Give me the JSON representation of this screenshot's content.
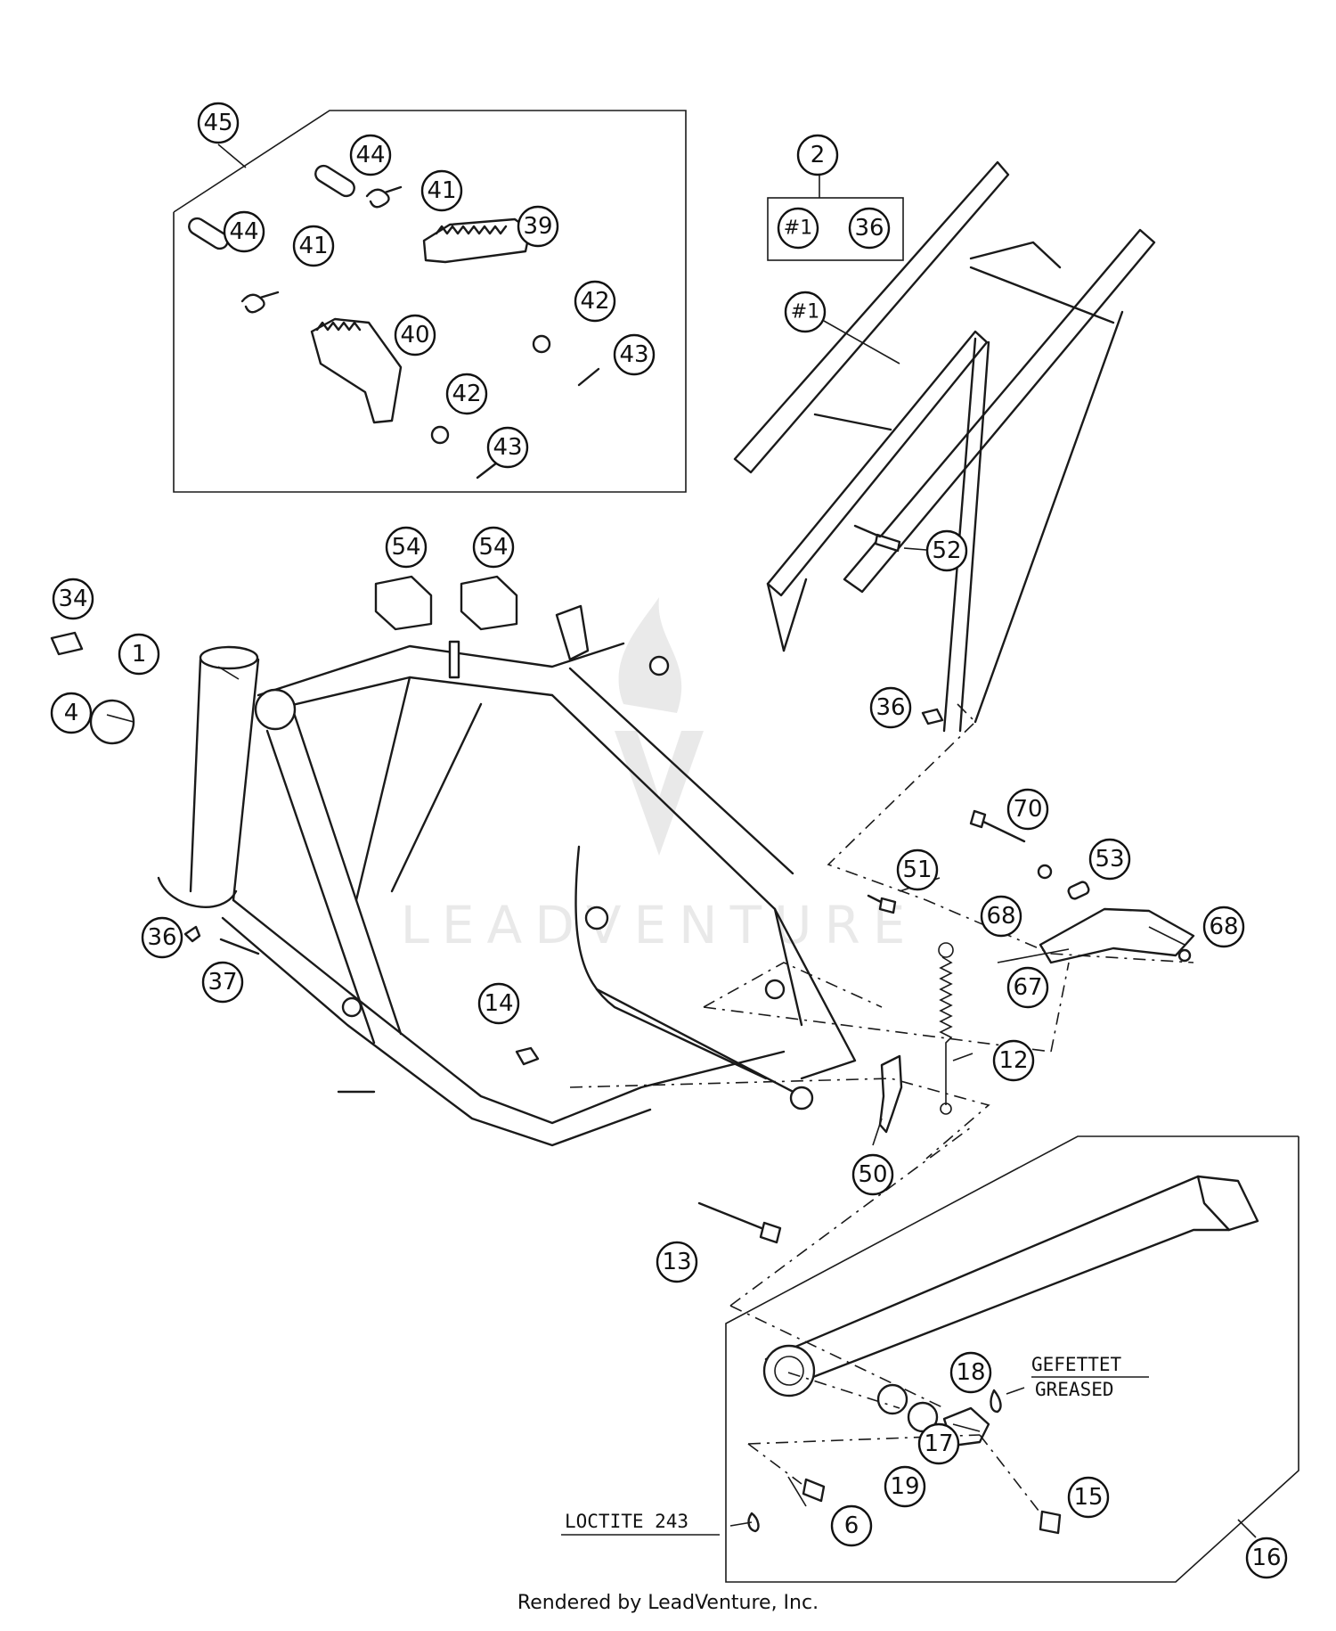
{
  "callouts": [
    {
      "id": "c45",
      "label": "45"
    },
    {
      "id": "c44a",
      "label": "44"
    },
    {
      "id": "c41a",
      "label": "41"
    },
    {
      "id": "c39",
      "label": "39"
    },
    {
      "id": "c44b",
      "label": "44"
    },
    {
      "id": "c41b",
      "label": "41"
    },
    {
      "id": "c42a",
      "label": "42"
    },
    {
      "id": "c40",
      "label": "40"
    },
    {
      "id": "c43a",
      "label": "43"
    },
    {
      "id": "c42b",
      "label": "42"
    },
    {
      "id": "c43b",
      "label": "43"
    },
    {
      "id": "c2",
      "label": "2"
    },
    {
      "id": "c1a",
      "label": "#1"
    },
    {
      "id": "c36a",
      "label": "36"
    },
    {
      "id": "c1b",
      "label": "#1"
    },
    {
      "id": "c52",
      "label": "52"
    },
    {
      "id": "c54a",
      "label": "54"
    },
    {
      "id": "c54b",
      "label": "54"
    },
    {
      "id": "c34",
      "label": "34"
    },
    {
      "id": "c1",
      "label": "1"
    },
    {
      "id": "c4",
      "label": "4"
    },
    {
      "id": "c36b",
      "label": "36"
    },
    {
      "id": "c70",
      "label": "70"
    },
    {
      "id": "c51",
      "label": "51"
    },
    {
      "id": "c53",
      "label": "53"
    },
    {
      "id": "c68a",
      "label": "68"
    },
    {
      "id": "c68b",
      "label": "68"
    },
    {
      "id": "c36c",
      "label": "36"
    },
    {
      "id": "c37",
      "label": "37"
    },
    {
      "id": "c67",
      "label": "67"
    },
    {
      "id": "c14",
      "label": "14"
    },
    {
      "id": "c12",
      "label": "12"
    },
    {
      "id": "c50",
      "label": "50"
    },
    {
      "id": "c13",
      "label": "13"
    },
    {
      "id": "c18",
      "label": "18"
    },
    {
      "id": "c17",
      "label": "17"
    },
    {
      "id": "c19",
      "label": "19"
    },
    {
      "id": "c15",
      "label": "15"
    },
    {
      "id": "c6",
      "label": "6"
    },
    {
      "id": "c16",
      "label": "16"
    }
  ],
  "notes": {
    "gefettet": "GEFETTET",
    "greased": "GREASED",
    "loctite": "LOCTITE 243"
  },
  "watermark": "LEADVENTURE",
  "credit": "Rendered by LeadVenture, Inc."
}
